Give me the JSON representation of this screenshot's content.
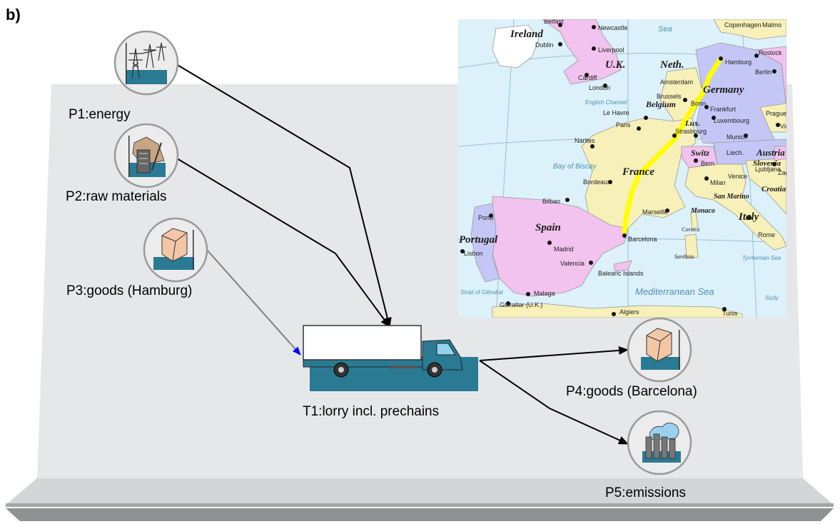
{
  "figure": {
    "tag": "b)"
  },
  "places": {
    "p1": {
      "label": "P1:energy",
      "icon": "pylon-icon"
    },
    "p2": {
      "label": "P2:raw materials",
      "icon": "mining-icon"
    },
    "p3": {
      "label": "P3:goods (Hamburg)",
      "icon": "box-icon"
    },
    "p4": {
      "label": "P4:goods (Barcelona)",
      "icon": "box-icon"
    },
    "p5": {
      "label": "P5:emissions",
      "icon": "factory-emissions-icon"
    }
  },
  "transition": {
    "t1": {
      "label": "T1:lorry incl. prechains",
      "icon": "lorry-icon"
    }
  },
  "map": {
    "route_color": "#ffff00",
    "seas": [
      "Sea",
      "Bay of Biscay",
      "English Channel",
      "Mediterranean Sea",
      "Strait of Gibraltar",
      "Tyrrhenian Sea",
      "Sicily"
    ],
    "countries": [
      "Ireland",
      "U.K.",
      "Neth.",
      "Germany",
      "Belgium",
      "Lux.",
      "France",
      "Switz",
      "Austria",
      "Slovenia",
      "Croatia",
      "San Marino",
      "Monaco",
      "Italy",
      "Spain",
      "Portugal",
      "Corsica",
      "Sardinia"
    ],
    "cities": [
      "Belfast",
      "Newcastle",
      "Copenhagen",
      "Malmo",
      "Dublin",
      "Liverpool",
      "Rostock",
      "Hamburg",
      "Berlin",
      "Cardiff",
      "Amsterdam",
      "London",
      "Brussels",
      "Bonn",
      "Frankfurt",
      "Le Havre",
      "Luxembourg",
      "Prague",
      "Paris",
      "Strasbourg",
      "Nantes",
      "Munich",
      "Vienna",
      "Bern",
      "Liech.",
      "Ljubljana",
      "Venice",
      "Bordeaux",
      "Milan",
      "Zagreb",
      "Bilbao",
      "Porto",
      "Marseille",
      "Madrid",
      "Barcelona",
      "Rome",
      "Lisbon",
      "Valencia",
      "Balearic Islands",
      "Malaga",
      "Gibraltar (U.K.)",
      "Algiers",
      "Tunis"
    ]
  },
  "colors": {
    "platform": "#e6e7e9",
    "base": "#d4d5d6",
    "icon_fill": "#2b7a93",
    "arrow_gray": "#808080",
    "arrow_blue": "#0000ff",
    "sea": "#dcf1fa",
    "france": "#f7f0b8",
    "spain": "#f1c3ee",
    "germany": "#c4c7f6"
  }
}
